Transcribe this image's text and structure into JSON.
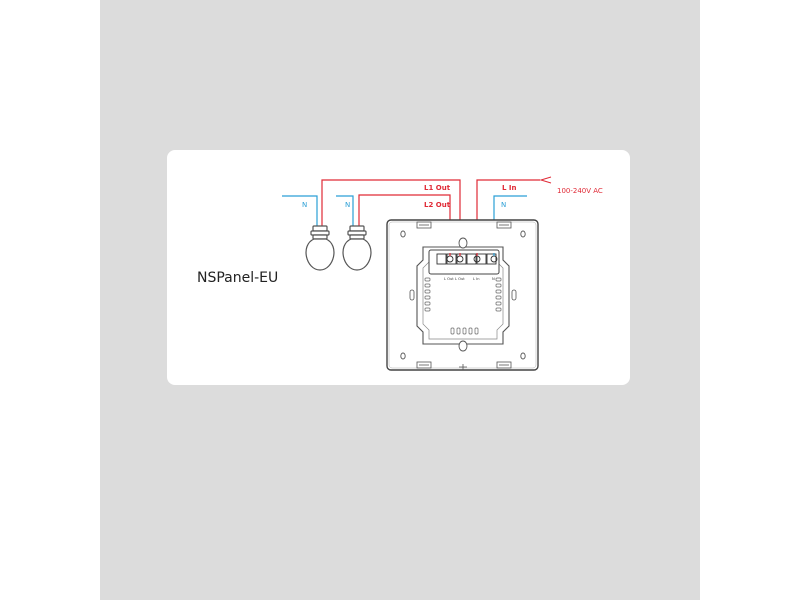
{
  "diagram": {
    "model": "NSPanel-EU",
    "supply_label": "100-240V AC",
    "wire_labels": {
      "l1_out": "L1 Out",
      "l2_out": "L2 Out",
      "l_in": "L In",
      "n_right": "N",
      "n_lamp1": "N",
      "n_lamp2": "N"
    },
    "terminal_labels": [
      "L Out",
      "L Out",
      "L In",
      "N"
    ],
    "colors": {
      "live": "#e02a36",
      "neutral": "#2a9fd6",
      "outline": "#444444",
      "backdrop": "#dcdcdc"
    }
  }
}
